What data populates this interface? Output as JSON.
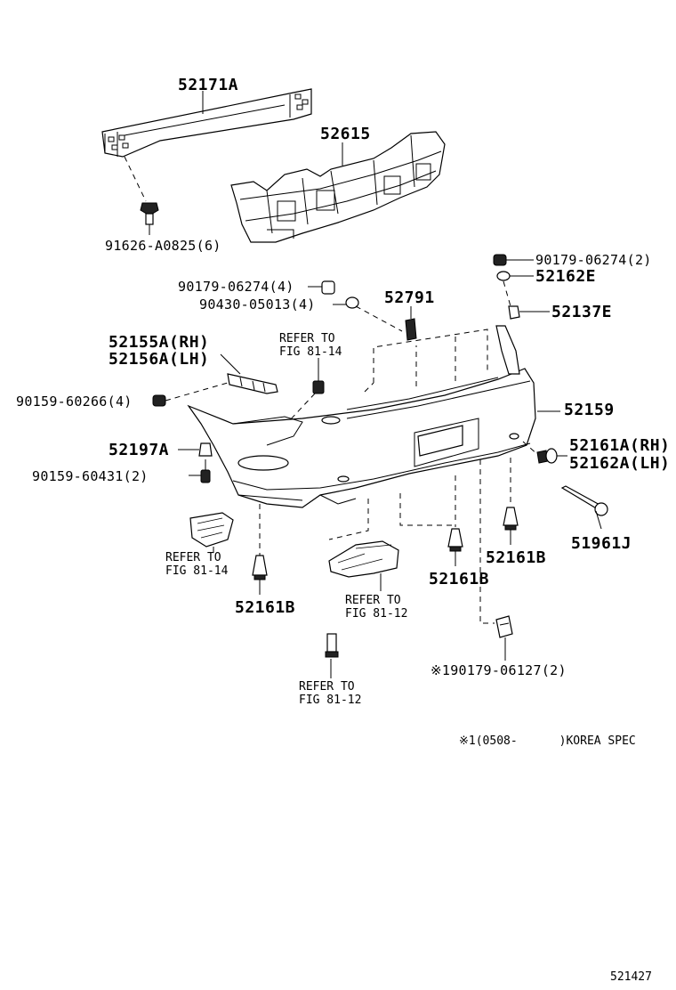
{
  "labels": {
    "p52171a": "52171A",
    "p52615": "52615",
    "p91626": "91626-A0825(6)",
    "p90179_a": "90179-06274(4)",
    "p90430": "90430-05013(4)",
    "p52791": "52791",
    "p90179_b": "90179-06274(2)",
    "p52162e": "52162E",
    "p52137e": "52137E",
    "p52155a": "52155A(RH)",
    "p52156a": "52156A(LH)",
    "p90159_a": "90159-60266(4)",
    "p52159": "52159",
    "p52197a": "52197A",
    "p90159_b": "90159-60431(2)",
    "p52161a": "52161A(RH)",
    "p52162a": "52162A(LH)",
    "p51961j": "51961J",
    "p52161b_1": "52161B",
    "p52161b_2": "52161B",
    "p52161b_3": "52161B",
    "p190179": "※190179-06127(2)"
  },
  "refers": {
    "r1_line1": "REFER TO",
    "r1_line2": "FIG 81-14",
    "r2_line1": "REFER TO",
    "r2_line2": "FIG 81-14",
    "r3_line1": "REFER TO",
    "r3_line2": "FIG 81-12",
    "r4_line1": "REFER TO",
    "r4_line2": "FIG 81-12"
  },
  "footnote": "※1(0508-      )KOREA SPEC",
  "figure_number": "521427"
}
